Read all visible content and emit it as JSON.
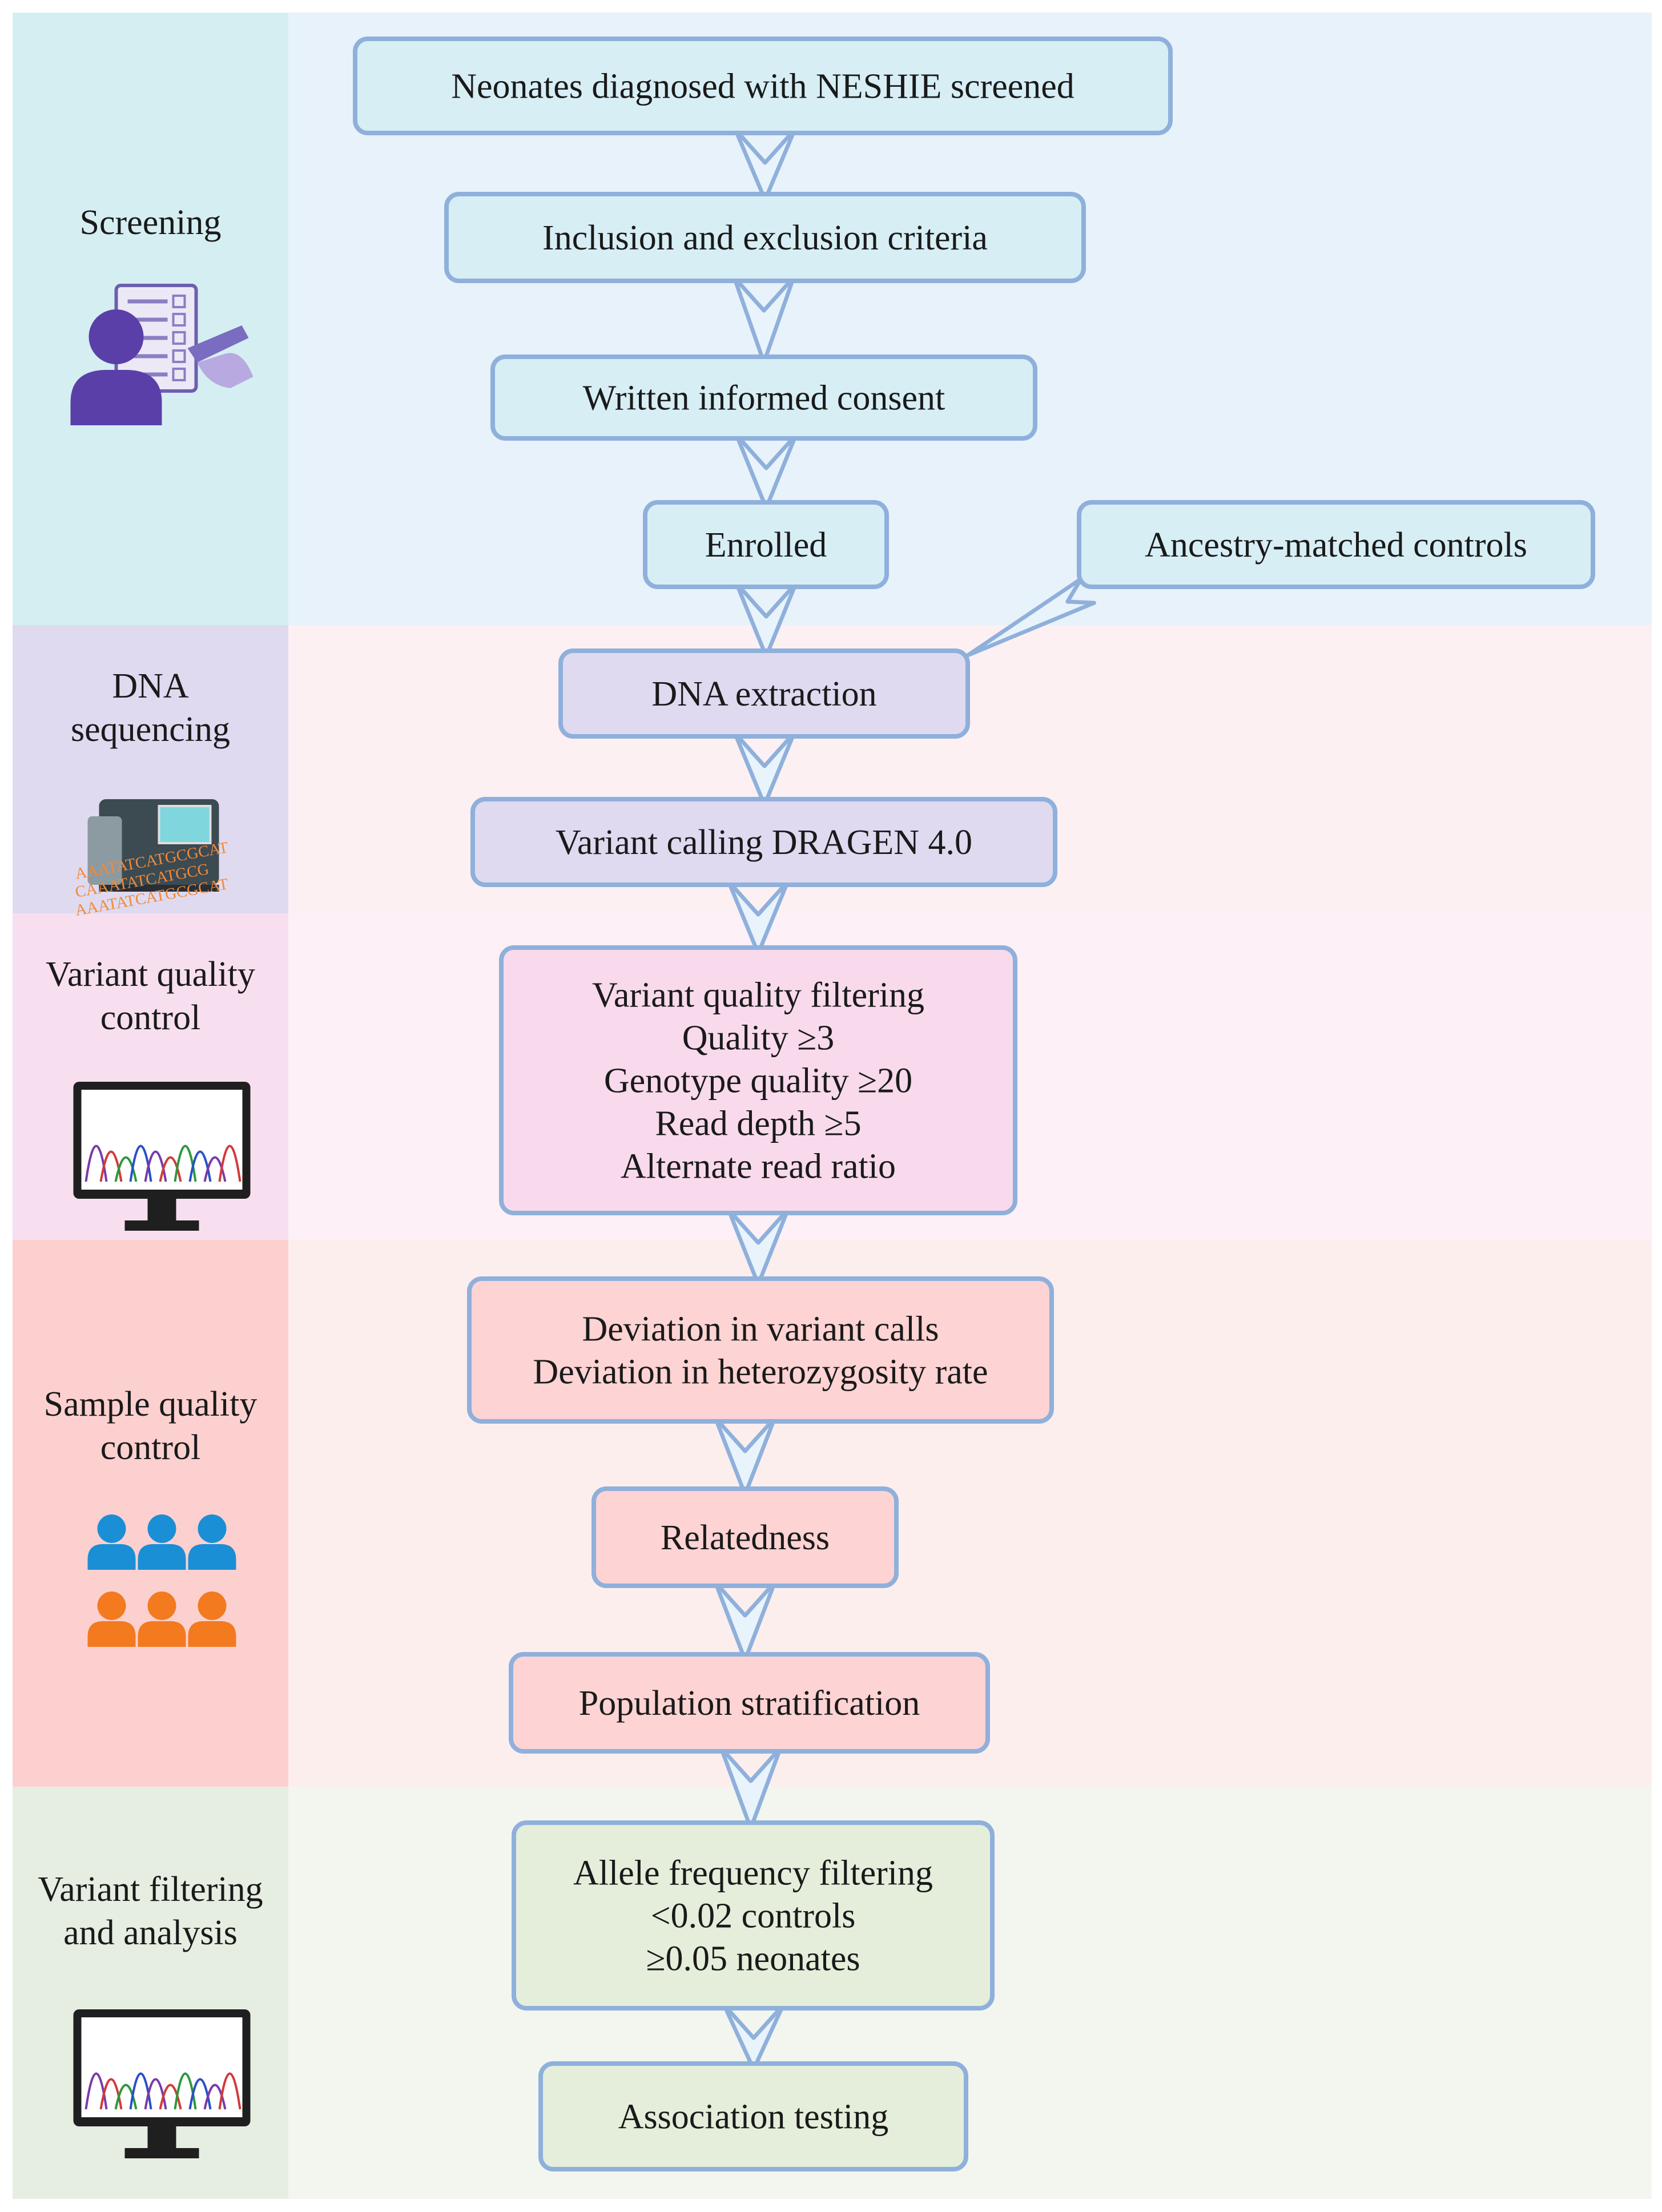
{
  "colors": {
    "box_stroke": "#8fb0db",
    "arrow_stroke": "#8fb0db",
    "arrow_fill": "#e8f3fb"
  },
  "sections": [
    {
      "id": "screening",
      "label_lines": [
        "Screening"
      ],
      "side_bg": "#d5eef2",
      "main_bg": "#e8f2fb",
      "icon": "clipboard-user-icon"
    },
    {
      "id": "dna",
      "label_lines": [
        "DNA",
        "sequencing"
      ],
      "side_bg": "#dfdaf0",
      "main_bg": "#fcf0f3",
      "icon": "sequencer-machine-icon",
      "icon_text": [
        "AAATATCATGCGCAT",
        "CAAATATCATGCG",
        "AAATATCATGCGCAT"
      ]
    },
    {
      "id": "vqc",
      "label_lines": [
        "Variant quality",
        "control"
      ],
      "side_bg": "#f7dff0",
      "main_bg": "#fdf0f6",
      "icon": "chromatogram-monitor-icon"
    },
    {
      "id": "sqc",
      "label_lines": [
        "Sample quality",
        "control"
      ],
      "side_bg": "#fdd0d0",
      "main_bg": "#fdeeee",
      "icon": "people-groups-icon"
    },
    {
      "id": "vfa",
      "label_lines": [
        "Variant filtering",
        "and analysis"
      ],
      "side_bg": "#e6eee2",
      "main_bg": "#f2f6ef",
      "icon": "chromatogram-monitor-icon"
    }
  ],
  "boxes": [
    {
      "id": "neonates",
      "lines": [
        "Neonates diagnosed with NESHIE screened"
      ],
      "fill": "#d7eef5"
    },
    {
      "id": "criteria",
      "lines": [
        "Inclusion and exclusion criteria"
      ],
      "fill": "#d7eef5"
    },
    {
      "id": "consent",
      "lines": [
        "Written informed consent"
      ],
      "fill": "#d7eef5"
    },
    {
      "id": "enrolled",
      "lines": [
        "Enrolled"
      ],
      "fill": "#d7eef5"
    },
    {
      "id": "controls",
      "lines": [
        "Ancestry-matched controls"
      ],
      "fill": "#d7eef5"
    },
    {
      "id": "extraction",
      "lines": [
        "DNA extraction"
      ],
      "fill": "#dfdaf0"
    },
    {
      "id": "calling",
      "lines": [
        "Variant calling DRAGEN 4.0"
      ],
      "fill": "#dfdaf0"
    },
    {
      "id": "vqfilter",
      "lines": [
        "Variant quality filtering",
        "Quality ≥3",
        "Genotype quality ≥20",
        "Read depth ≥5",
        "Alternate read ratio"
      ],
      "fill": "#f8daec"
    },
    {
      "id": "deviation",
      "lines": [
        "Deviation in variant calls",
        "Deviation in heterozygosity rate"
      ],
      "fill": "#fdd3d3"
    },
    {
      "id": "relatedness",
      "lines": [
        "Relatedness"
      ],
      "fill": "#fdd3d3"
    },
    {
      "id": "population",
      "lines": [
        "Population stratification"
      ],
      "fill": "#fdd3d3"
    },
    {
      "id": "allele",
      "lines": [
        "Allele frequency filtering",
        "<0.02 controls",
        "≥0.05 neonates"
      ],
      "fill": "#e4eedb"
    },
    {
      "id": "association",
      "lines": [
        "Association testing"
      ],
      "fill": "#e4eedb"
    }
  ],
  "edges": [
    {
      "from": "neonates",
      "to": "criteria"
    },
    {
      "from": "criteria",
      "to": "consent"
    },
    {
      "from": "consent",
      "to": "enrolled"
    },
    {
      "from": "enrolled",
      "to": "extraction"
    },
    {
      "from": "controls",
      "to": "extraction"
    },
    {
      "from": "extraction",
      "to": "calling"
    },
    {
      "from": "calling",
      "to": "vqfilter"
    },
    {
      "from": "vqfilter",
      "to": "deviation"
    },
    {
      "from": "deviation",
      "to": "relatedness"
    },
    {
      "from": "relatedness",
      "to": "population"
    },
    {
      "from": "population",
      "to": "allele"
    },
    {
      "from": "allele",
      "to": "association"
    }
  ]
}
